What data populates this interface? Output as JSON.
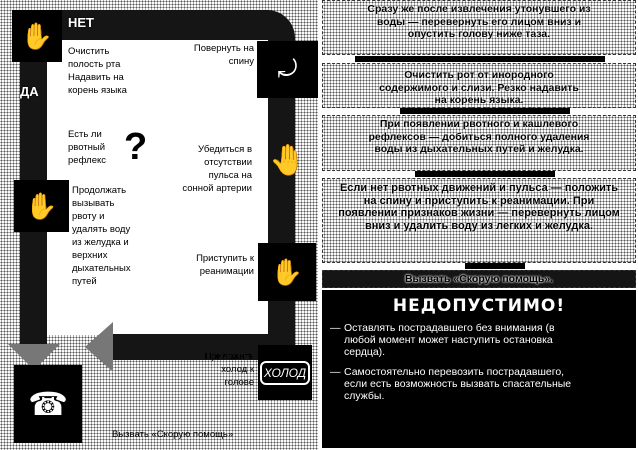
{
  "flow": {
    "no_label": "НЕТ",
    "yes_label": "ДА",
    "steps": [
      "Очистить полость рта Надавить на корень языка",
      "Есть ли рвотный рефлекс",
      "Продолжать вызывать рвоту и удалять воду из желудка и верхних дыхательных путей",
      "Повернуть на спину",
      "Убедиться в отсутствии пульса на сонной артерии",
      "Приступить к реанимации",
      "Приложить холод к голове",
      "Вызвать «Скорую помощь»"
    ],
    "question_mark": "?",
    "cold_label": "ХОЛОД"
  },
  "instructions": [
    "Сразу же после извлечения утонувшего из воды — перевернуть его лицом вниз и опустить голову ниже таза.",
    "Очистить рот от инородного содержимого и слизи. Резко надавить на корень языка.",
    "При появлении рвотного и кашлевого рефлексов — добиться полного удаления воды из дыхательных путей и желудка.",
    "Если нет рвотных движений и пульса — положить на спину и приступить к реанимации. При появлении признаков жизни — перевернуть лицом вниз и удалить воду из легких и желудка.",
    "Вызвать «Скорую помощь»."
  ],
  "warning": {
    "title": "НЕДОПУСТИМО!",
    "dash": "—",
    "items": [
      "Оставлять пострадавшего без внимания (в любой момент может наступить остановка сердца).",
      "Самостоятельно перевозить пострадавшего, если есть возможность вызвать спасательные службы."
    ]
  }
}
